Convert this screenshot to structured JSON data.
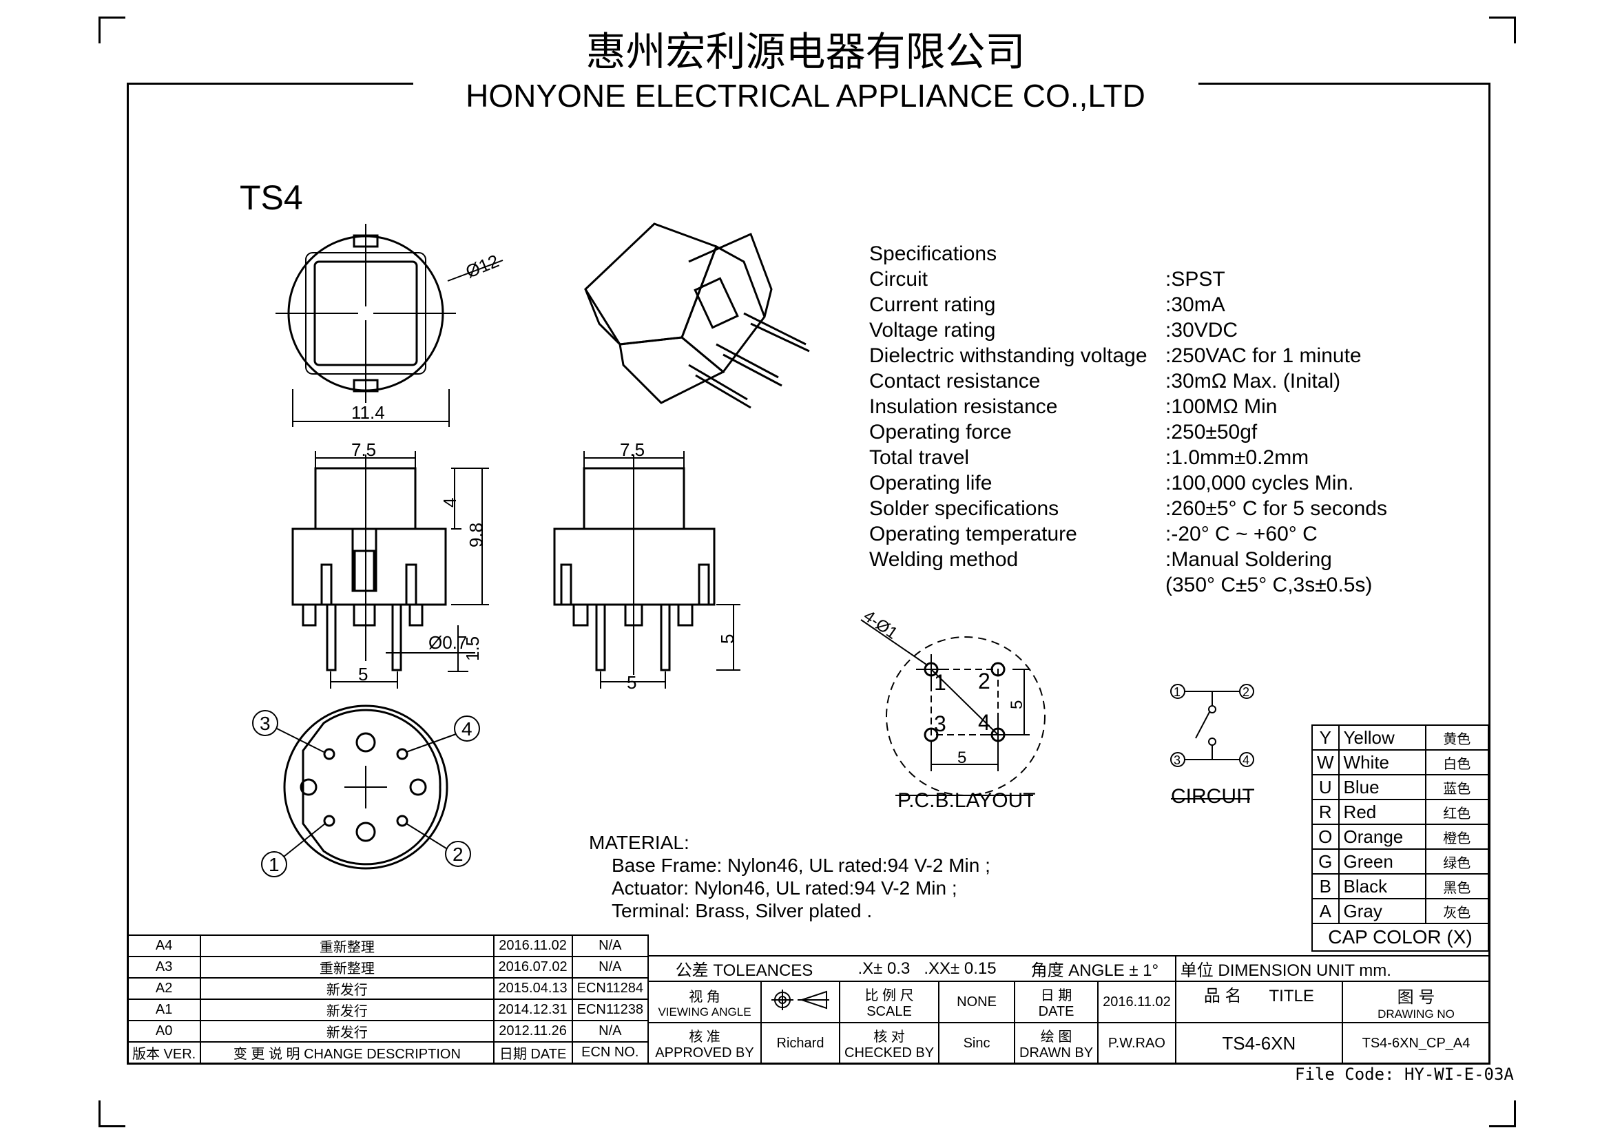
{
  "header": {
    "company_cn": "惠州宏利源电器有限公司",
    "company_en": "HONYONE ELECTRICAL APPLIANCE  CO.,LTD"
  },
  "model": "TS4",
  "dimensions": {
    "diameter": "Ø12",
    "width_top": "11.4",
    "body_width_left": "7.5",
    "body_width_mid": "7.5",
    "cap_height": "4",
    "total_height": "9.8",
    "pin_diameter": "Ø0.7",
    "pin_length": "1.5",
    "pin_pitch_left": "5",
    "pin_pitch_mid": "5",
    "pin_height_mid": "5",
    "pcb_holes": "4-Ø1",
    "pcb_pitch_h": "5",
    "pcb_pitch_v": "5"
  },
  "pin_labels": [
    "1",
    "2",
    "3",
    "4"
  ],
  "specifications": {
    "heading": "Specifications",
    "items": [
      {
        "label": "Circuit",
        "value": ":SPST"
      },
      {
        "label": "Current rating",
        "value": ":30mA"
      },
      {
        "label": "Voltage rating",
        "value": ":30VDC"
      },
      {
        "label": "Dielectric withstanding voltage",
        "value": ":250VAC for 1 minute"
      },
      {
        "label": "Contact resistance",
        "value": ":30mΩ   Max. (Inital)"
      },
      {
        "label": "Insulation resistance",
        "value": ":100MΩ   Min"
      },
      {
        "label": "Operating force",
        "value": ":250±50gf"
      },
      {
        "label": "Total travel",
        "value": ":1.0mm±0.2mm"
      },
      {
        "label": "Operating life",
        "value": ":100,000 cycles Min."
      },
      {
        "label": "Solder specifications",
        "value": ":260±5° C for 5 seconds"
      },
      {
        "label": "Operating temperature",
        "value": ":-20° C ~ +60° C"
      },
      {
        "label": "Welding method",
        "value": ":Manual Soldering"
      }
    ],
    "welding_extra": "(350° C±5° C,3s±0.5s)"
  },
  "pcb_layout_label": "P.C.B.LAYOUT",
  "circuit_label": "CIRCUIT",
  "material": {
    "heading": "MATERIAL:",
    "lines": [
      "Base Frame: Nylon46, UL rated:94 V-2 Min ;",
      "Actuator: Nylon46, UL rated:94 V-2 Min ;",
      "Terminal: Brass, Silver  plated ."
    ]
  },
  "cap_colors": {
    "title": "CAP COLOR (X)",
    "rows": [
      {
        "code": "Y",
        "en": "Yellow",
        "cn": "黄色"
      },
      {
        "code": "W",
        "en": "White",
        "cn": "白色"
      },
      {
        "code": "U",
        "en": "Blue",
        "cn": "蓝色"
      },
      {
        "code": "R",
        "en": "Red",
        "cn": "红色"
      },
      {
        "code": "O",
        "en": "Orange",
        "cn": "橙色"
      },
      {
        "code": "G",
        "en": "Green",
        "cn": "绿色"
      },
      {
        "code": "B",
        "en": "Black",
        "cn": "黑色"
      },
      {
        "code": "A",
        "en": "Gray",
        "cn": "灰色"
      }
    ]
  },
  "revisions": {
    "rows": [
      {
        "ver": "A4",
        "desc": "重新整理",
        "date": "2016.11.02",
        "ecn": "N/A"
      },
      {
        "ver": "A3",
        "desc": "重新整理",
        "date": "2016.07.02",
        "ecn": "N/A"
      },
      {
        "ver": "A2",
        "desc": "新发行",
        "date": "2015.04.13",
        "ecn": "ECN11284"
      },
      {
        "ver": "A1",
        "desc": "新发行",
        "date": "2014.12.31",
        "ecn": "ECN11238"
      },
      {
        "ver": "A0",
        "desc": "新发行",
        "date": "2012.11.26",
        "ecn": "N/A"
      }
    ],
    "footer": {
      "ver": "版本 VER.",
      "desc": "变 更 说 明  CHANGE DESCRIPTION",
      "date": "日期 DATE",
      "ecn": "ECN NO."
    }
  },
  "title_block": {
    "tolerances": "公差 TOLEANCES",
    "tol_x": ".X± 0.3",
    "tol_xx": ".XX± 0.15",
    "angle": "角度 ANGLE ± 1°",
    "unit": "单位  DIMENSION UNIT    mm.",
    "viewing_cn": "视  角",
    "viewing_en": "VIEWING ANGLE",
    "scale_cn": "比 例 尺",
    "scale_en": "SCALE",
    "scale_value": "NONE",
    "date_cn": "日  期",
    "date_en": "DATE",
    "date_value": "2016.11.02",
    "name_cn": "品  名",
    "name_en": "TITLE",
    "drawing_cn": "图  号",
    "drawing_en": "DRAWING NO",
    "approved_cn": "核  准",
    "approved_en": "APPROVED BY",
    "approved_value": "Richard",
    "checked_cn": "核  对",
    "checked_en": "CHECKED BY",
    "checked_value": "Sinc",
    "drawn_cn": "绘  图",
    "drawn_en": "DRAWN BY",
    "drawn_value": "P.W.RAO",
    "title_value": "TS4-6XN",
    "drawing_value": "TS4-6XN_CP_A4"
  },
  "file_code": "File Code: HY-WI-E-03A"
}
